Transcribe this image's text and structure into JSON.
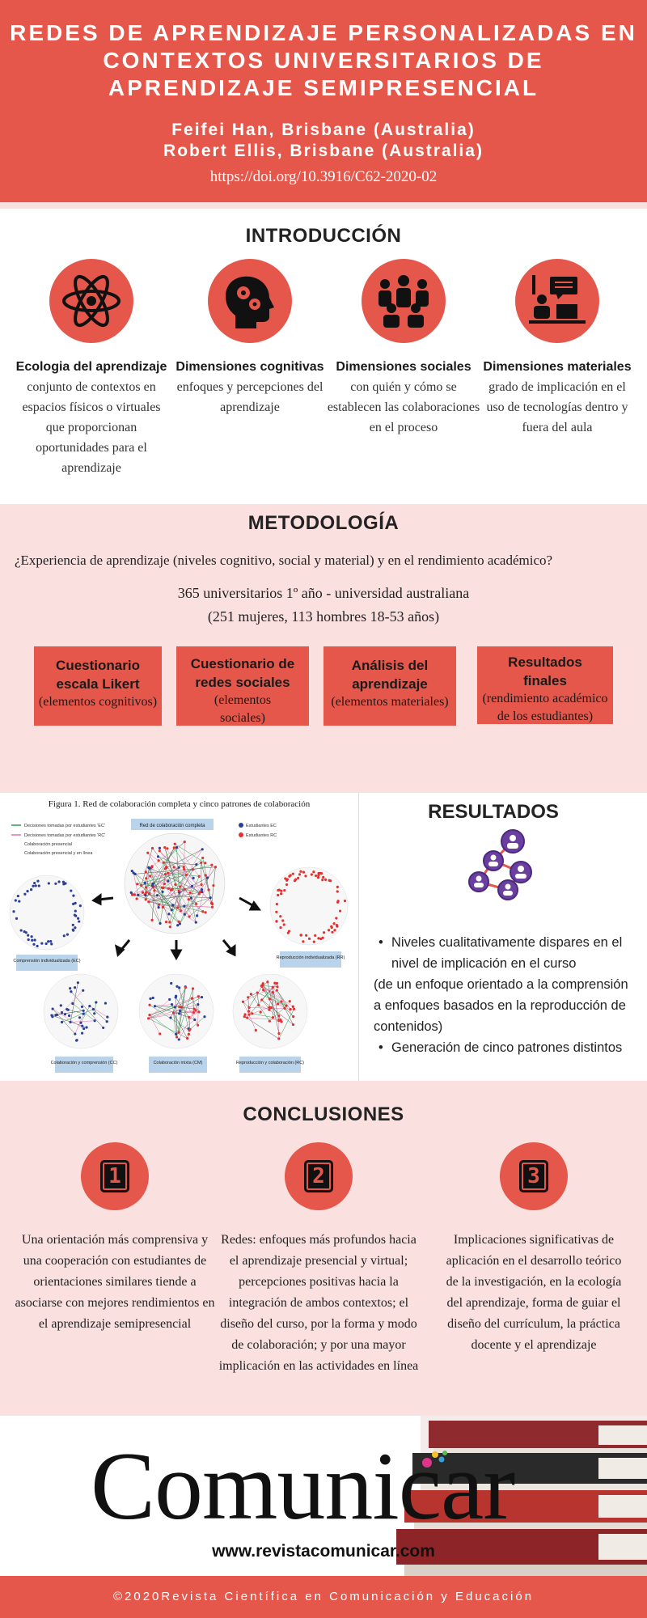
{
  "header": {
    "title": "REDES DE APRENDIZAJE PERSONALIZADAS EN CONTEXTOS UNIVERSITARIOS DE APRENDIZAJE SEMIPRESENCIAL",
    "author1": "Feifei Han, Brisbane (Australia)",
    "author2": "Robert Ellis, Brisbane (Australia)",
    "doi": "https://doi.org/10.3916/C62-2020-02"
  },
  "intro": {
    "title": "INTRODUCCIÓN",
    "items": [
      {
        "name": "Ecologia del aprendizaje",
        "desc": "conjunto de contextos  en espacios físicos o virtuales que proporcionan oportunidades para el aprendizaje",
        "icon": "atom-icon"
      },
      {
        "name": "Dimensiones cognitivas",
        "desc": "enfoques y percepciones del aprendizaje",
        "icon": "head-gears-icon"
      },
      {
        "name": "Dimensiones sociales",
        "desc": "con quién y cómo se establecen las colaboraciones en el proceso",
        "icon": "group-icon"
      },
      {
        "name": "Dimensiones materiales",
        "desc": "grado de implicación en el uso de tecnologías dentro y fuera del aula",
        "icon": "computer-user-icon"
      }
    ]
  },
  "method": {
    "title": "METODOLOGÍA",
    "question": "¿Experiencia de aprendizaje (niveles cognitivo, social y material) y en el rendimiento académico?",
    "sample1": "365  universitarios 1º año - universidad australiana",
    "sample2": "(251 mujeres, 113 hombres  18-53 años)",
    "boxes": [
      {
        "title": "Cuestionario escala Likert",
        "desc": "(elementos cognitivos)"
      },
      {
        "title": "Cuestionario de redes sociales",
        "desc": "(elementos sociales)"
      },
      {
        "title": "Análisis del aprendizaje",
        "desc": "(elementos materiales)"
      },
      {
        "title": "Resultados finales",
        "desc": "(rendimiento académico de los estudiantes)"
      }
    ]
  },
  "figure": {
    "caption": "Figura 1. Red de colaboración completa y cinco patrones de colaboración",
    "legend": [
      "Decisiones tomadas por estudiantes 'EC'",
      "Decisiones tomadas por estudiantes 'RC'",
      "Colaboración presencial",
      "Colaboración presencial y en línea"
    ],
    "center_label": "Red de colaboración completa",
    "legend_right": [
      "Estudiantes EC",
      "Estudiantes RC"
    ],
    "labels": [
      "Comprensión individualizada (EC)",
      "Reproducción individualizada (RR)",
      "Colaboración y comprensión (CC)",
      "Colaboración mixta (CM)",
      "Reproducción y colaboración (RC)"
    ]
  },
  "results": {
    "title": "RESULTADOS",
    "bullet1": "Niveles cualitativamente dispares en el nivel de implicación en el curso",
    "paren": "(de un enfoque orientado a la comprensión a enfoques basados en la reproducción de contenidos)",
    "bullet2": "Generación de cinco patrones distintos"
  },
  "conclusions": {
    "title": "CONCLUSIONES",
    "items": [
      {
        "num": "1",
        "text": "Una orientación más comprensiva y una cooperación con estudiantes de orientaciones similares tiende a asociarse con mejores rendimientos en el aprendizaje semipresencial"
      },
      {
        "num": "2",
        "text": "Redes:  enfoques más profundos hacia el aprendizaje presencial y virtual; percepciones positivas hacia la integración de ambos contextos; el diseño del curso, por la forma y modo de colaboración; y por una mayor implicación en las actividades en línea"
      },
      {
        "num": "3",
        "text": "Implicaciones significativas de aplicación en el desarrollo teórico de la investigación, en la ecología del aprendizaje, forma de guiar el diseño del currículum, la práctica docente y el aprendizaje"
      }
    ]
  },
  "footer": {
    "brand": "Comunicar",
    "website": "www.revistacomunicar.com",
    "copyright": "©2020Revista Científica en Comunicación y Educación"
  },
  "colors": {
    "accent": "#e5574a",
    "pink": "#fbe0e0",
    "purple": "#6b3fa0"
  }
}
